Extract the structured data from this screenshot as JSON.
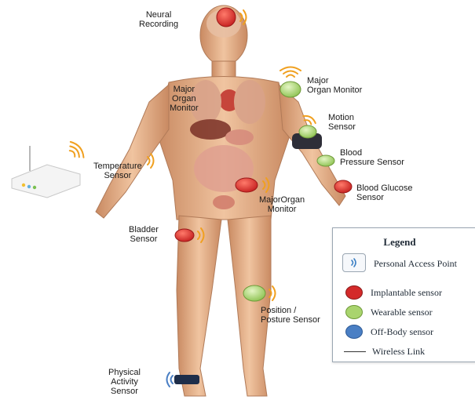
{
  "labels": {
    "neural": "Neural\nRecording",
    "major_left": "Major\nOrgan\nMonitor",
    "major_right": "Major\nOrgan Monitor",
    "motion": "Motion\nSensor",
    "blood_pressure": "Blood\nPressure Sensor",
    "blood_glucose": "Blood Glucose\nSensor",
    "temperature": "Temperature\nSensor",
    "major_abdomen": "MajorOrgan\nMonitor",
    "bladder": "Bladder\nSensor",
    "position": "Position /\nPosture Sensor",
    "physical_activity": "Physical\nActivity\nSensor"
  },
  "legend": {
    "title": "Legend",
    "items": [
      {
        "label": "Personal Access Point",
        "icon": "access-point-icon"
      },
      {
        "label": "Implantable sensor",
        "color": "#d42a2a"
      },
      {
        "label": "Wearable sensor",
        "color": "#a9d46e"
      },
      {
        "label": "Off-Body sensor",
        "color": "#4a7fc4"
      },
      {
        "label": "Wireless Link",
        "icon": "line"
      }
    ]
  },
  "colors": {
    "implantable": "#d42a2a",
    "wearable": "#a9d46e",
    "offbody": "#4a7fc4",
    "signal": "#f0a020",
    "skin": "#e6b08a"
  }
}
